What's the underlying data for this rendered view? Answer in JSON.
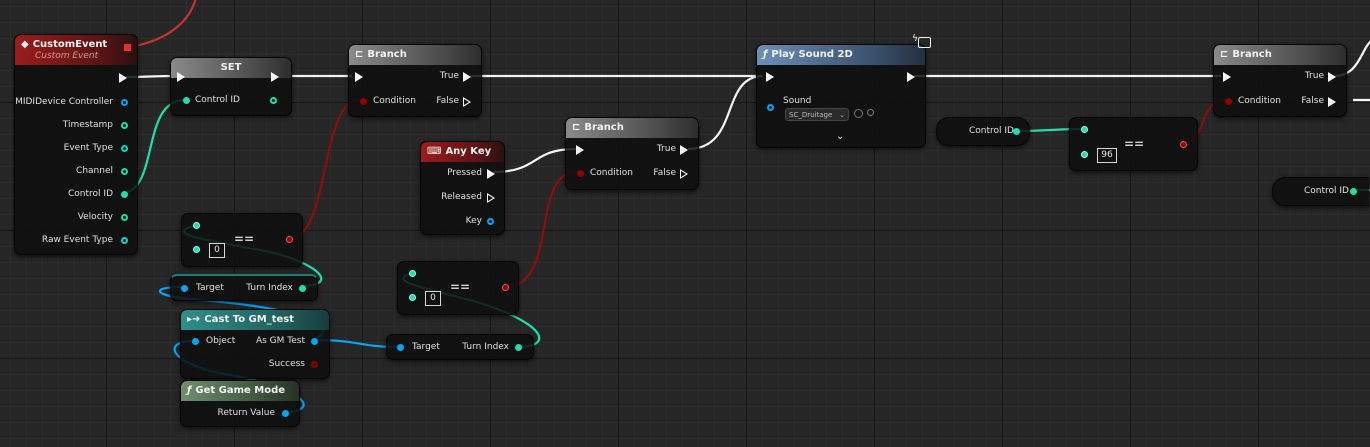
{
  "colors": {
    "exec": "#f4f4f4",
    "bool": "#920101",
    "int": "#1edfac",
    "object": "#00a8f4",
    "byte": "#00ddc7"
  },
  "nodes": {
    "custom_event": {
      "title": "CustomEvent",
      "subtitle": "Custom Event",
      "pins": [
        "MIDIDevice Controller",
        "Timestamp",
        "Event Type",
        "Channel",
        "Control ID",
        "Velocity",
        "Raw Event Type"
      ]
    },
    "set": {
      "title": "SET",
      "pin": "Control ID"
    },
    "branch1": {
      "title": "Branch",
      "condition": "Condition",
      "true": "True",
      "false": "False"
    },
    "eq_zero_a": {
      "value": "0",
      "op": "=="
    },
    "get_turn_a": {
      "target": "Target",
      "out": "Turn Index"
    },
    "cast": {
      "title": "Cast To GM_test",
      "object": "Object",
      "as": "As GM Test",
      "success": "Success"
    },
    "get_game_mode": {
      "title": "Get Game Mode",
      "ret": "Return Value"
    },
    "any_key": {
      "title": "Any Key",
      "pressed": "Pressed",
      "released": "Released",
      "key": "Key"
    },
    "eq_zero_b": {
      "value": "0",
      "op": "=="
    },
    "get_turn_b": {
      "target": "Target",
      "out": "Turn Index"
    },
    "branch2": {
      "title": "Branch",
      "condition": "Condition",
      "true": "True",
      "false": "False"
    },
    "play_sound": {
      "title": "Play Sound 2D",
      "sound_label": "Sound",
      "sound_value": "SC_Druitage"
    },
    "control_id_var": {
      "label": "Control ID"
    },
    "eq_96": {
      "value": "96",
      "op": "=="
    },
    "branch3": {
      "title": "Branch",
      "condition": "Condition",
      "true": "True",
      "false": "False"
    },
    "control_id_var2": {
      "label": "Control ID"
    }
  }
}
